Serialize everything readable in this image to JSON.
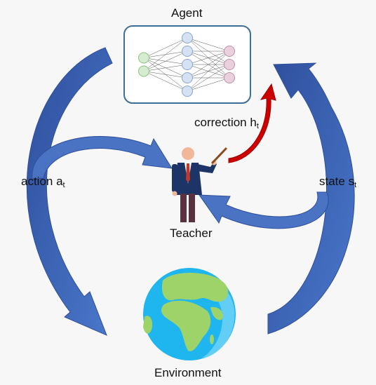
{
  "nodes": {
    "agent": "Agent",
    "teacher": "Teacher",
    "environment": "Environment"
  },
  "edges": {
    "action": {
      "text": "action a",
      "sub": "t"
    },
    "state": {
      "text": "state s",
      "sub": "t"
    },
    "correction": {
      "text": "correction h",
      "sub": "t"
    }
  },
  "neural_net": {
    "layers": [
      2,
      5,
      3
    ]
  },
  "colors": {
    "background": "#f7f7f7",
    "arrow_blue": "#3a5fb0",
    "arrow_red": "#cc0000",
    "agent_border": "#3e6e96",
    "ocean": "#1fb6f0",
    "land": "#9ed36a",
    "suit": "#1d3566",
    "tie": "#c0392b",
    "pointer": "#8b4a1a"
  }
}
